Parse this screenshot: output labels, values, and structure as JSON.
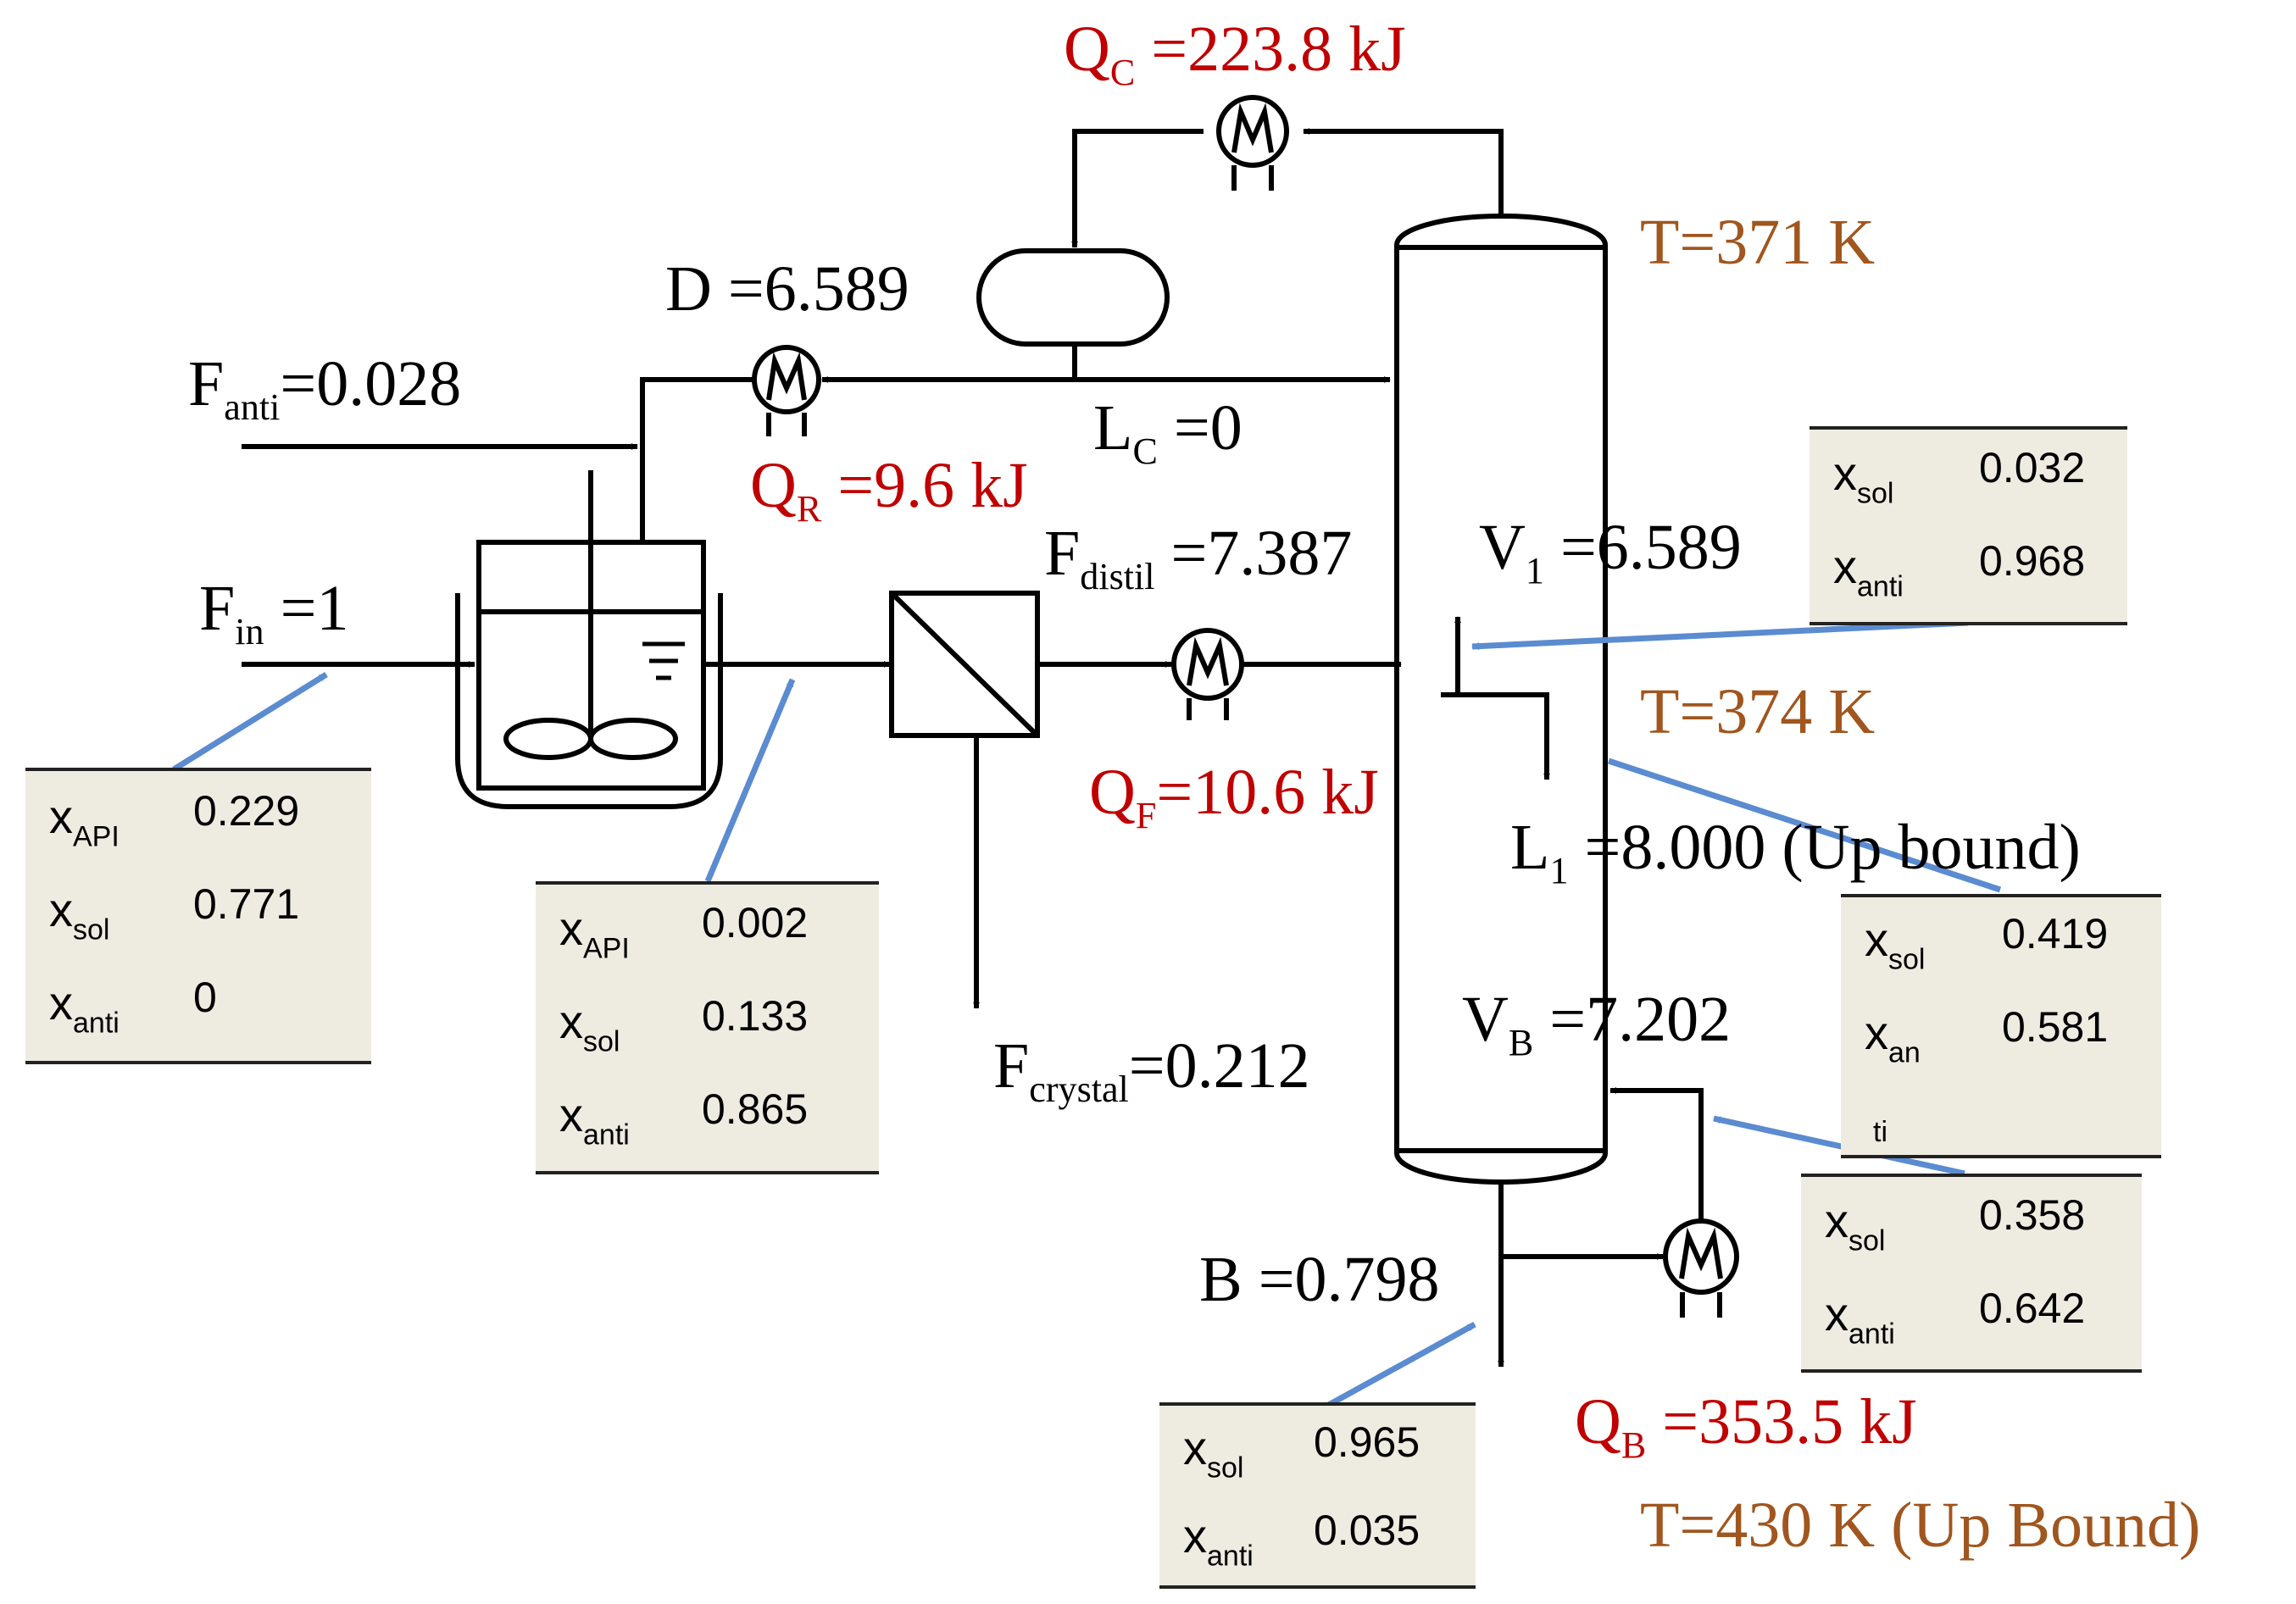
{
  "labels": {
    "q_c": {
      "sym": "Q",
      "sub": "C",
      "text": " =223.8 kJ"
    },
    "t_top": "T=371 K",
    "d": "D =6.589",
    "f_anti": {
      "sym": "F",
      "sub": "anti",
      "text": "=0.028"
    },
    "l_c": {
      "sym": "L",
      "sub": "C",
      "text": " =0"
    },
    "q_r": {
      "sym": "Q",
      "sub": "R",
      "text": " =9.6 kJ"
    },
    "f_distil": {
      "sym": "F",
      "sub": "distil",
      "text": " =7.387"
    },
    "v_1": {
      "sym": "V",
      "sub": "1",
      "text": " =6.589"
    },
    "f_in": {
      "sym": "F",
      "sub": "in",
      "text": " =1"
    },
    "t_mid": "T=374 K",
    "q_f": {
      "sym": "Q",
      "sub": "F",
      "text": "=10.6 kJ"
    },
    "l_1": {
      "sym": "L",
      "sub": "1",
      "text": " =8.000 (Up bound)"
    },
    "v_b": {
      "sym": "V",
      "sub": "B",
      "text": " =7.202"
    },
    "f_crystal": {
      "sym": "F",
      "sub": "crystal",
      "text": "=0.212"
    },
    "b": "B =0.798",
    "q_b": {
      "sym": "Q",
      "sub": "B",
      "text": " =353.5 kJ"
    },
    "t_bottom": "T=430 K (Up Bound)"
  },
  "tables": {
    "feed": [
      {
        "sym": "x",
        "sub": "API",
        "val": "0.229"
      },
      {
        "sym": "x",
        "sub": "sol",
        "val": "0.771"
      },
      {
        "sym": "x",
        "sub": "anti",
        "val": "0"
      }
    ],
    "crystallizer_out": [
      {
        "sym": "x",
        "sub": "API",
        "val": "0.002"
      },
      {
        "sym": "x",
        "sub": "sol",
        "val": "0.133"
      },
      {
        "sym": "x",
        "sub": "anti",
        "val": "0.865"
      }
    ],
    "v1_stream": [
      {
        "sym": "x",
        "sub": "sol",
        "val": "0.032"
      },
      {
        "sym": "x",
        "sub": "anti",
        "val": "0.968"
      }
    ],
    "l1_stream": [
      {
        "sym": "x",
        "sub": "sol",
        "val": "0.419"
      },
      {
        "sym": "x",
        "sub": "an",
        "val": "0.581"
      }
    ],
    "l1_wrap": "ti",
    "vb_stream": [
      {
        "sym": "x",
        "sub": "sol",
        "val": "0.358"
      },
      {
        "sym": "x",
        "sub": "anti",
        "val": "0.642"
      }
    ],
    "bottoms": [
      {
        "sym": "x",
        "sub": "sol",
        "val": "0.965"
      },
      {
        "sym": "x",
        "sub": "anti",
        "val": "0.035"
      }
    ]
  },
  "colors": {
    "heat_duty": "#c00000",
    "temperature": "#a0561e",
    "pointer": "#5b8bd0",
    "table_fill": "#eeece1"
  }
}
